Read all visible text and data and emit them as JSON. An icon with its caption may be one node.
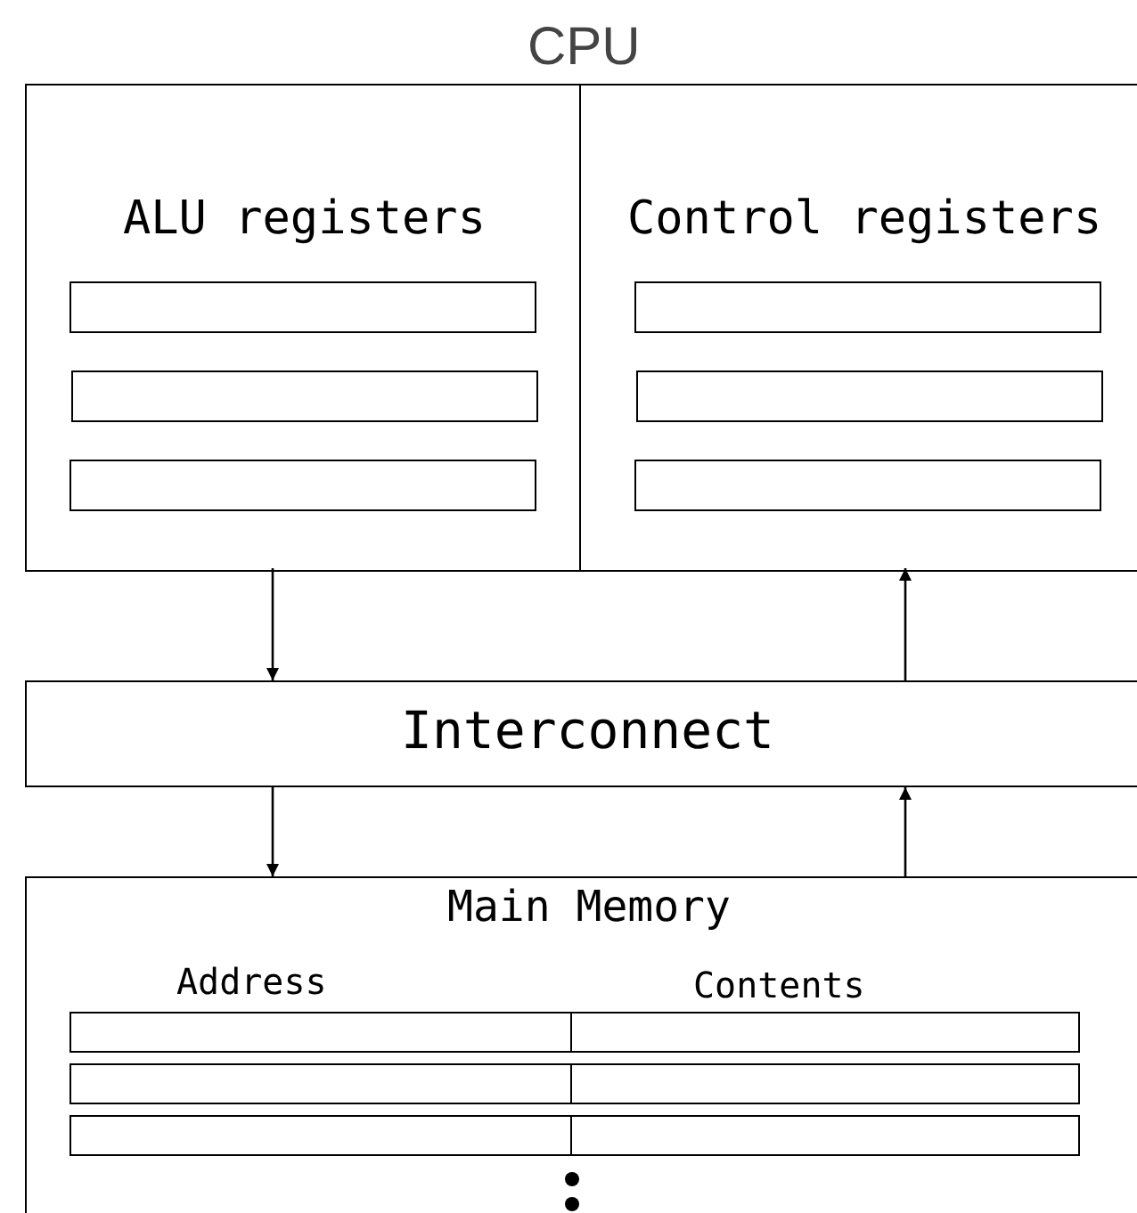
{
  "diagram": {
    "nodes": [
      {
        "text": [
          "CPU"
        ]
      },
      {
        "text": [
          "ALU registers"
        ],
        "in": 0
      },
      {
        "text": [],
        "shape": "box",
        "in": 1
      },
      {
        "text": [],
        "shape": "box",
        "in": 1
      },
      {
        "text": [],
        "shape": "box",
        "in": 1
      },
      {
        "text": [
          "Control registers"
        ],
        "in": 0
      },
      {
        "text": [],
        "shape": "box",
        "in": 5
      },
      {
        "text": [],
        "shape": "box",
        "in": 5
      },
      {
        "text": [],
        "shape": "box",
        "in": 5
      },
      {
        "text": [
          "Interconnect"
        ]
      },
      {
        "text": [
          "Main Memory",
          "Address",
          "Contents"
        ]
      },
      {
        "text": [],
        "shape": "box",
        "in": 10
      },
      {
        "text": [],
        "shape": "box",
        "in": 10
      },
      {
        "text": [],
        "shape": "box",
        "in": 10
      },
      {
        "text": [],
        "shape": "box",
        "in": 10
      },
      {
        "text": [],
        "shape": "box",
        "in": 10
      },
      {
        "text": [],
        "shape": "box",
        "in": 10
      }
    ],
    "edges": [
      {
        "from": 1,
        "to": 9,
        "arrow": "to"
      },
      {
        "from": 9,
        "to": 5,
        "arrow": "to"
      },
      {
        "from": 9,
        "to": 10,
        "arrow": "to"
      },
      {
        "from": 10,
        "to": 9,
        "arrow": "to"
      }
    ]
  }
}
